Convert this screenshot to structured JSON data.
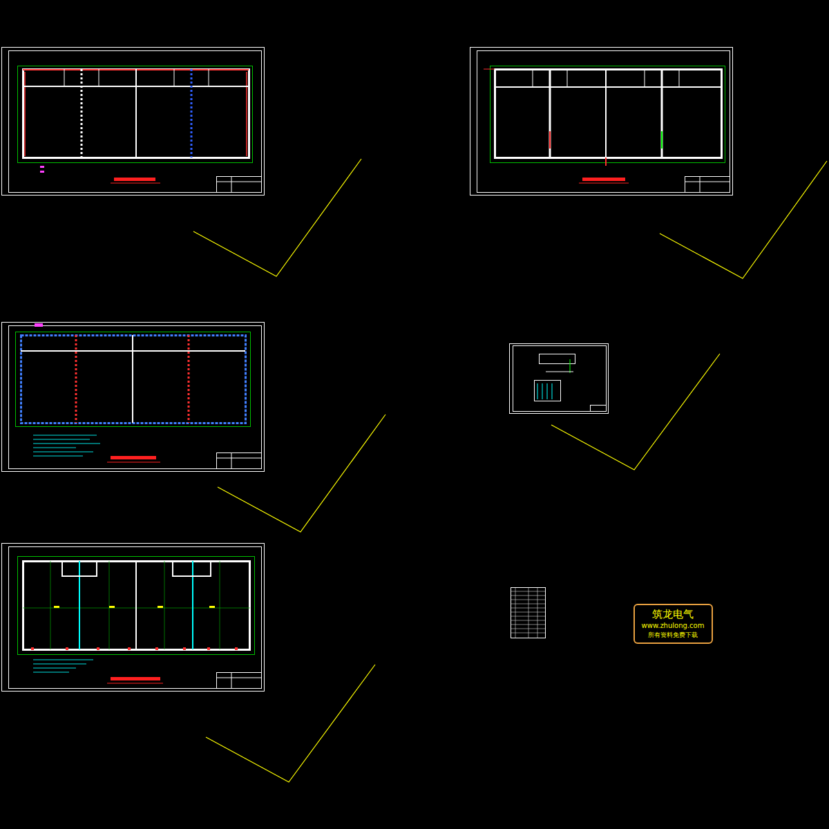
{
  "diagram": {
    "nodes": [
      {
        "text": [
          "筑龙电气",
          "www.zhulong.com",
          "所有资料免费下载"
        ]
      }
    ]
  }
}
